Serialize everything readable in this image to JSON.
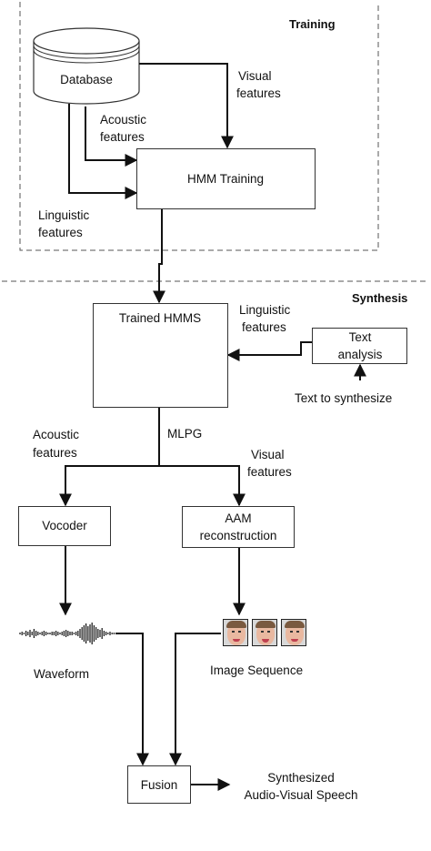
{
  "sections": {
    "training": "Training",
    "synthesis": "Synthesis"
  },
  "nodes": {
    "database": "Database",
    "hmm_training": "HMM Training",
    "trained_hmms": "Trained HMMS",
    "text_analysis": [
      "Text",
      "analysis"
    ],
    "vocoder": "Vocoder",
    "aam_reconstruction": [
      "AAM",
      "reconstruction"
    ],
    "fusion": "Fusion"
  },
  "labels": {
    "visual_features_top": [
      "Visual",
      "features"
    ],
    "acoustic_features_top": [
      "Acoustic",
      "features"
    ],
    "linguistic_features_top": [
      "Linguistic",
      "features"
    ],
    "linguistic_features_synth": [
      "Linguistic",
      "features"
    ],
    "text_to_synthesize": "Text to synthesize",
    "mlpg": "MLPG",
    "acoustic_features_synth": [
      "Acoustic",
      "features"
    ],
    "visual_features_synth": [
      "Visual",
      "features"
    ],
    "waveform": "Waveform",
    "image_sequence": "Image Sequence",
    "output": [
      "Synthesized",
      "Audio-Visual Speech"
    ]
  },
  "icons": {
    "hmm_state_chain": "hmm-state-chain-icon",
    "waveform": "waveform-icon",
    "face_frames": "face-image-icon",
    "database": "database-cylinder-icon"
  },
  "colors": {
    "line": "#111111",
    "box_border": "#333333",
    "dashed": "#555555"
  }
}
